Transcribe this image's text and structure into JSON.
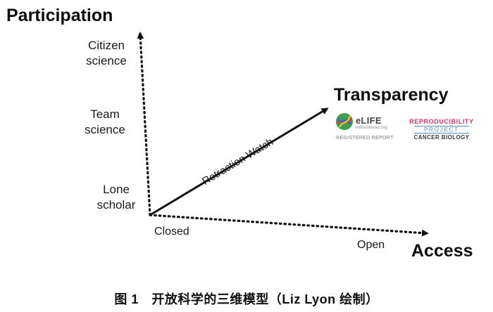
{
  "axes": {
    "participation": {
      "title": "Participation",
      "levels": [
        {
          "line1": "Citizen",
          "line2": "science"
        },
        {
          "line1": "Team",
          "line2": "science"
        },
        {
          "line1": "Lone",
          "line2": "scholar"
        }
      ]
    },
    "transparency": {
      "title": "Transparency",
      "example": "Retraction Watch"
    },
    "access": {
      "title": "Access",
      "start": "Closed",
      "end": "Open"
    }
  },
  "logos": {
    "elife": {
      "icon": "elife-logo-icon",
      "name": "eLIFE",
      "site": "elifesciences.org",
      "report": "REGISTERED REPORT"
    },
    "reproducibility": {
      "line1": "REPRODUCIBILITY",
      "line2": "PROJECT",
      "line3": "CANCER BIOLOGY"
    }
  },
  "caption": "图 1　开放科学的三维模型（Liz Lyon 绘制）",
  "colors": {
    "ink": "#111111",
    "reproducibility_accent": "#d6336c",
    "project_accent": "#4a90c8"
  }
}
